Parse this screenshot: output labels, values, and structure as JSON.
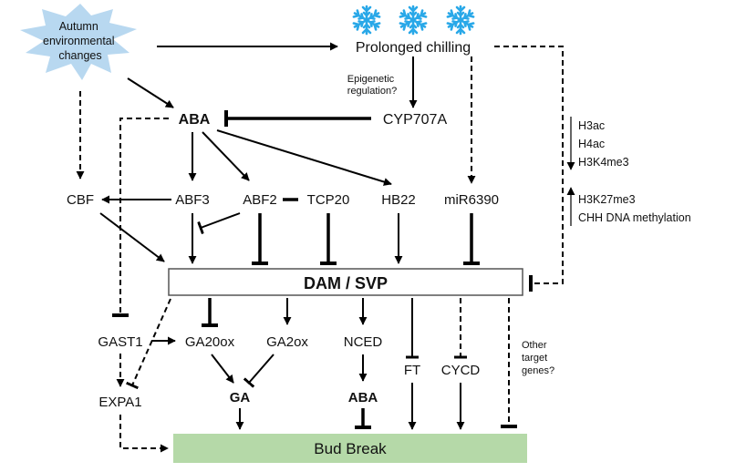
{
  "nodes": {
    "autumn": [
      "Autumn",
      "environmental",
      "changes"
    ],
    "prolonged_chilling": "Prolonged chilling",
    "epigenetic": [
      "Epigenetic",
      "regulation?"
    ],
    "aba_top": "ABA",
    "cyp707a": "CYP707A",
    "cbf": "CBF",
    "abf3": "ABF3",
    "abf2": "ABF2",
    "tcp20": "TCP20",
    "hb22": "HB22",
    "mir6390": "miR6390",
    "dam_svp": "DAM / SVP",
    "gast1": "GAST1",
    "ga20ox": "GA20ox",
    "ga2ox": "GA2ox",
    "nced": "NCED",
    "ga": "GA",
    "aba_bottom": "ABA",
    "ft": "FT",
    "cycd": "CYCD",
    "expa1": "EXPA1",
    "other_targets": [
      "Other",
      "target",
      "genes?"
    ],
    "bud_break": "Bud Break"
  },
  "epigenetic_marks": {
    "increase": [
      "H3ac",
      "H4ac",
      "H3K4me3"
    ],
    "decrease": [
      "H3K27me3",
      "CHH DNA methylation"
    ]
  },
  "colors": {
    "snowflake": "#29a8e8",
    "starburst": "#b8d8f0",
    "bud_break_box": "#b5d9a8",
    "dam_box_border": "#555555"
  },
  "icons": [
    "snowflake-icon",
    "snowflake-icon",
    "snowflake-icon",
    "starburst-shape"
  ]
}
